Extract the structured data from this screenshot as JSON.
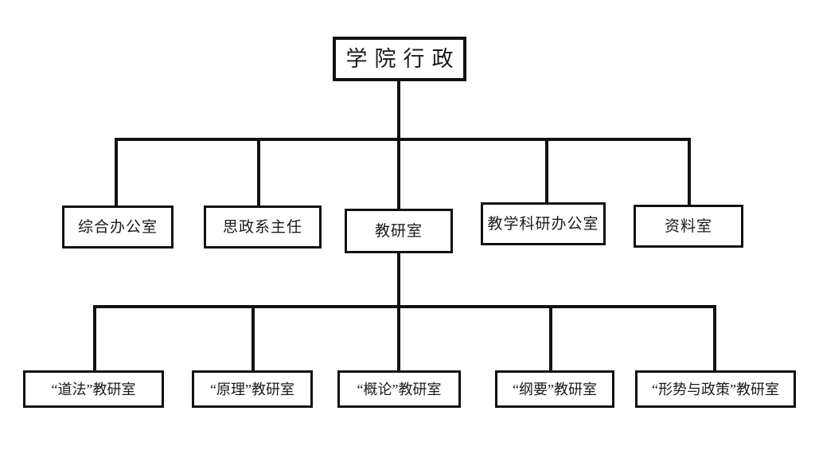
{
  "diagram": {
    "title_node": {
      "label": "学院行政",
      "name": "node-college-administration"
    },
    "level2": [
      {
        "label": "综合办公室",
        "name": "node-general-office"
      },
      {
        "label": "思政系主任",
        "name": "node-ideological-political-department-head"
      },
      {
        "label": "教研室",
        "name": "node-teaching-research-office"
      },
      {
        "label": "教学科研办公室",
        "name": "node-teaching-research-admin-office"
      },
      {
        "label": "资料室",
        "name": "node-archive-room"
      }
    ],
    "level3": [
      {
        "label": "“道法”教研室",
        "name": "node-daofa-teaching-research-office"
      },
      {
        "label": "“原理”教研室",
        "name": "node-yuanli-teaching-research-office"
      },
      {
        "label": "“概论”教研室",
        "name": "node-gailun-teaching-research-office"
      },
      {
        "label": "“纲要”教研室",
        "name": "node-gangyao-teaching-research-office"
      },
      {
        "label": "“形势与政策”教研室",
        "name": "node-xingshiyuzhengce-teaching-research-office"
      }
    ],
    "colors": {
      "line": "#111111",
      "box_border": "#111111",
      "box_fill": "#ffffff",
      "text": "#1a1a1a",
      "background": "#ffffff"
    }
  }
}
